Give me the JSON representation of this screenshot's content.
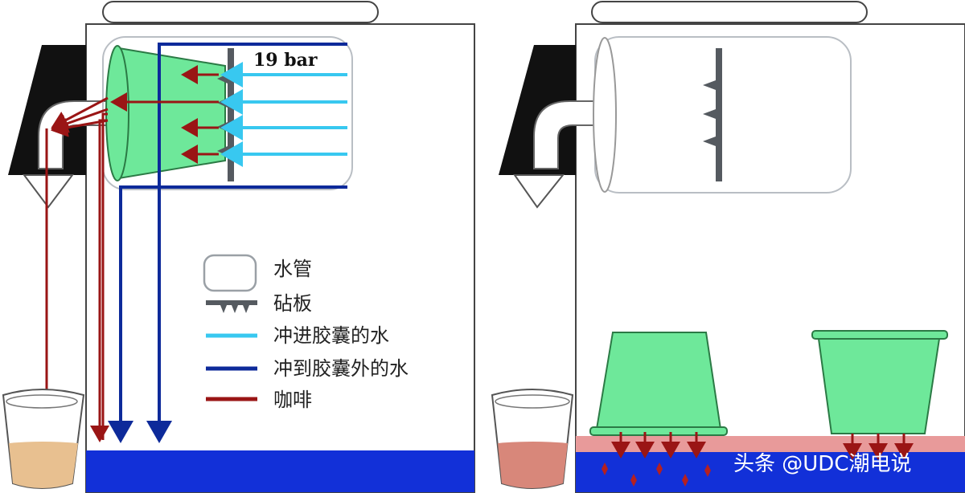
{
  "pressure_label": "19 bar",
  "legend": {
    "items": [
      {
        "label": "水管",
        "color": "#9aa0a6"
      },
      {
        "label": "砧板",
        "color": "#555a60"
      },
      {
        "label": "冲进胶囊的水",
        "color": "#38c8f0"
      },
      {
        "label": "冲到胶囊外的水",
        "color": "#0d2a9a"
      },
      {
        "label": "咖啡",
        "color": "#9a1515"
      }
    ]
  },
  "watermark": "头条 @UDC潮电说",
  "colors": {
    "capsule_green": "#6ee89a",
    "water_inside": "#38c8f0",
    "water_outside": "#0d2a9a",
    "coffee": "#9a1515",
    "floor_blue": "#1230d8",
    "floor_pink": "#e89a9a"
  }
}
